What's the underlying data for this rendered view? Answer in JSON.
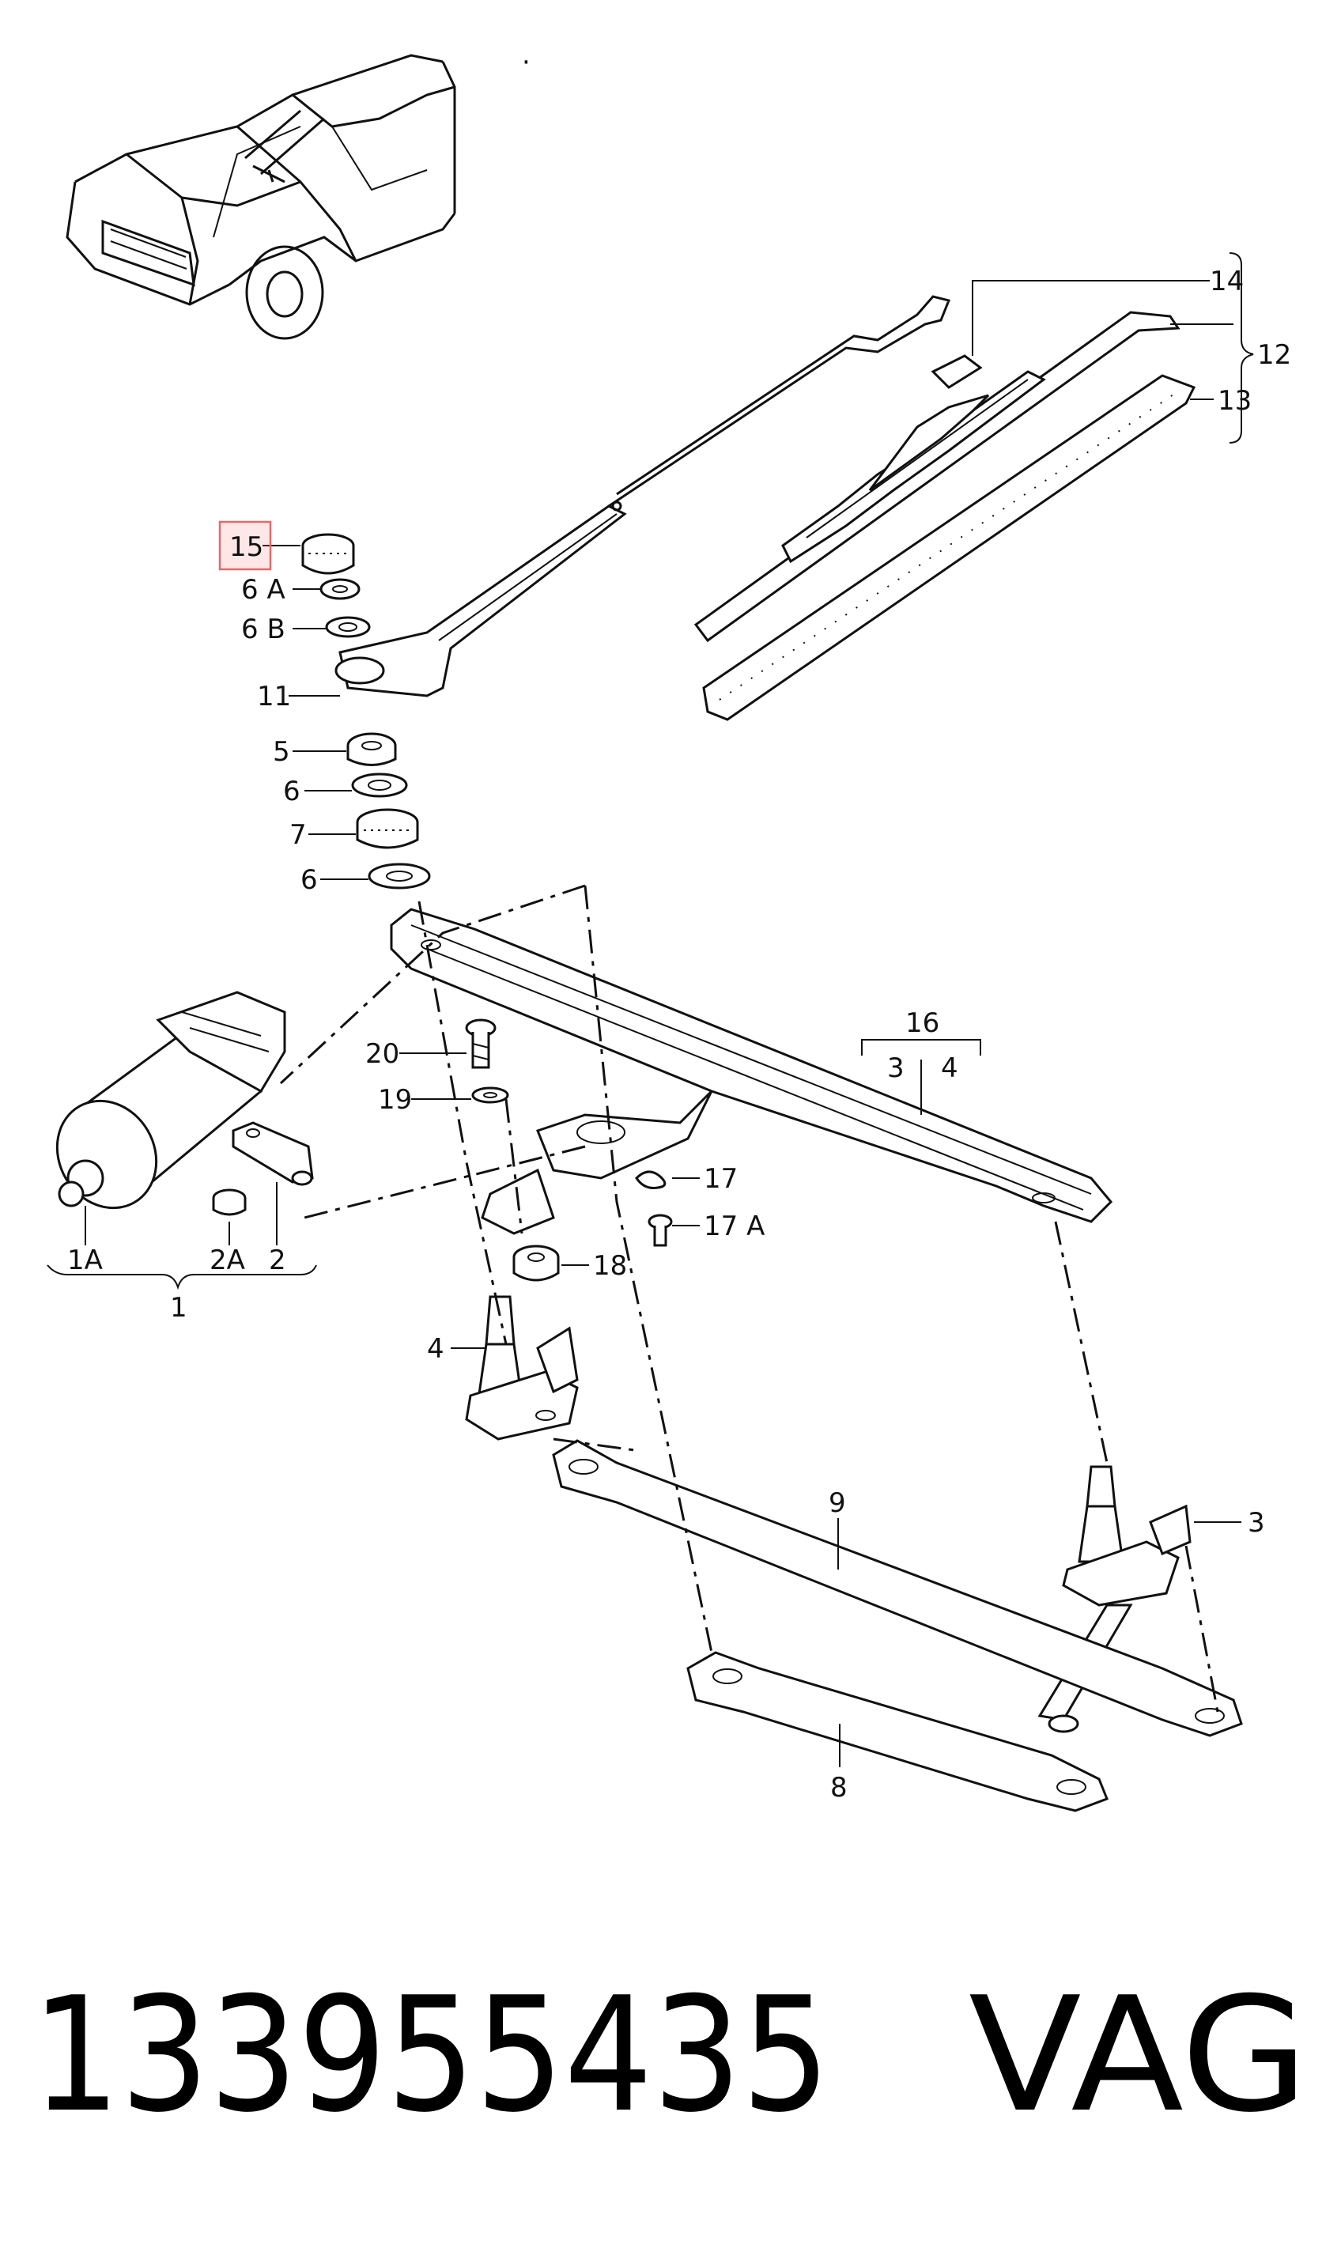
{
  "callouts": {
    "c14": "14",
    "c12": "12",
    "c13": "13",
    "c15": "15",
    "c6A": "6 A",
    "c6B": "6 B",
    "c11": "11",
    "c5": "5",
    "c6a": "6",
    "c7": "7",
    "c6b": "6",
    "c16": "16",
    "c16_3": "3",
    "c16_4": "4",
    "c20": "20",
    "c19": "19",
    "c17": "17",
    "c17A": "17 A",
    "c18": "18",
    "c1A": "1A",
    "c2A": "2A",
    "c2": "2",
    "c1": "1",
    "c4": "4",
    "c9": "9",
    "c3": "3",
    "c8": "8"
  },
  "highlighted_callout": "15",
  "footer": {
    "part_number": "133955435",
    "brand": "VAG"
  },
  "colors": {
    "line": "#111111",
    "highlight_border": "#e36a6a"
  }
}
